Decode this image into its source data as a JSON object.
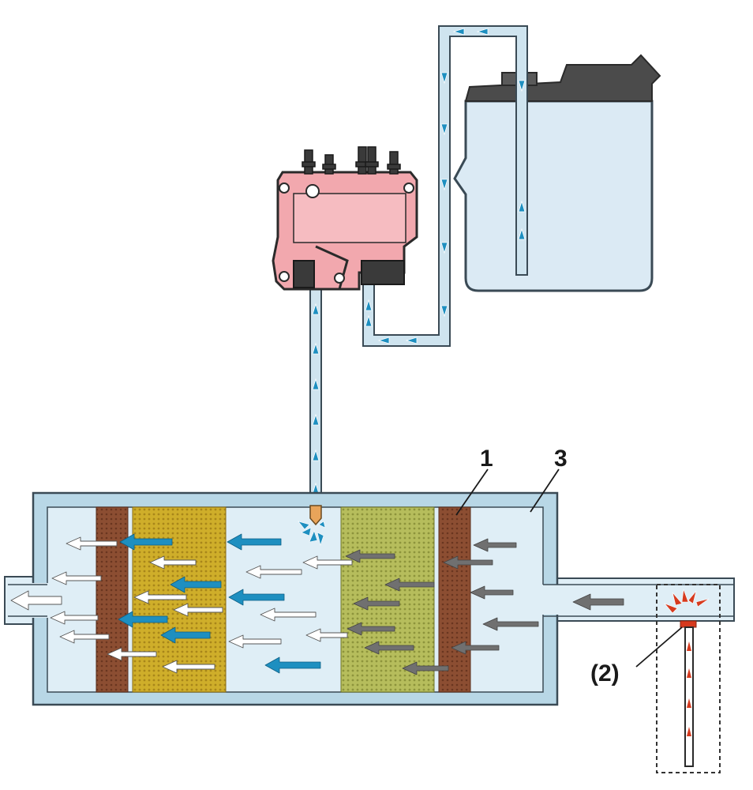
{
  "labels": {
    "marker_1": "1",
    "marker_3": "3",
    "marker_2": "(2)"
  },
  "colors": {
    "shell": "#b8d7e6",
    "shell_outline": "#3a4a55",
    "fluid_light": "#dfeef6",
    "tank_body": "#dbeaf4",
    "tank_cap": "#4b4b4b",
    "pump_body": "#f2a8ae",
    "pump_dark": "#2a2a2a",
    "brick": "#8c4e32",
    "gold_substrate": "#cfae2a",
    "olive_substrate": "#b6bd5c",
    "arrow_blue": "#1e8fc0",
    "arrow_white": "#ffffff",
    "arrow_gray": "#707070",
    "sensor_red": "#d63a1e"
  },
  "icons": {
    "pump": "dosing-pump-module",
    "tank": "fluid-tank-icon",
    "nozzle": "injector-nozzle-icon",
    "sensor": "exhaust-sensor-icon"
  }
}
